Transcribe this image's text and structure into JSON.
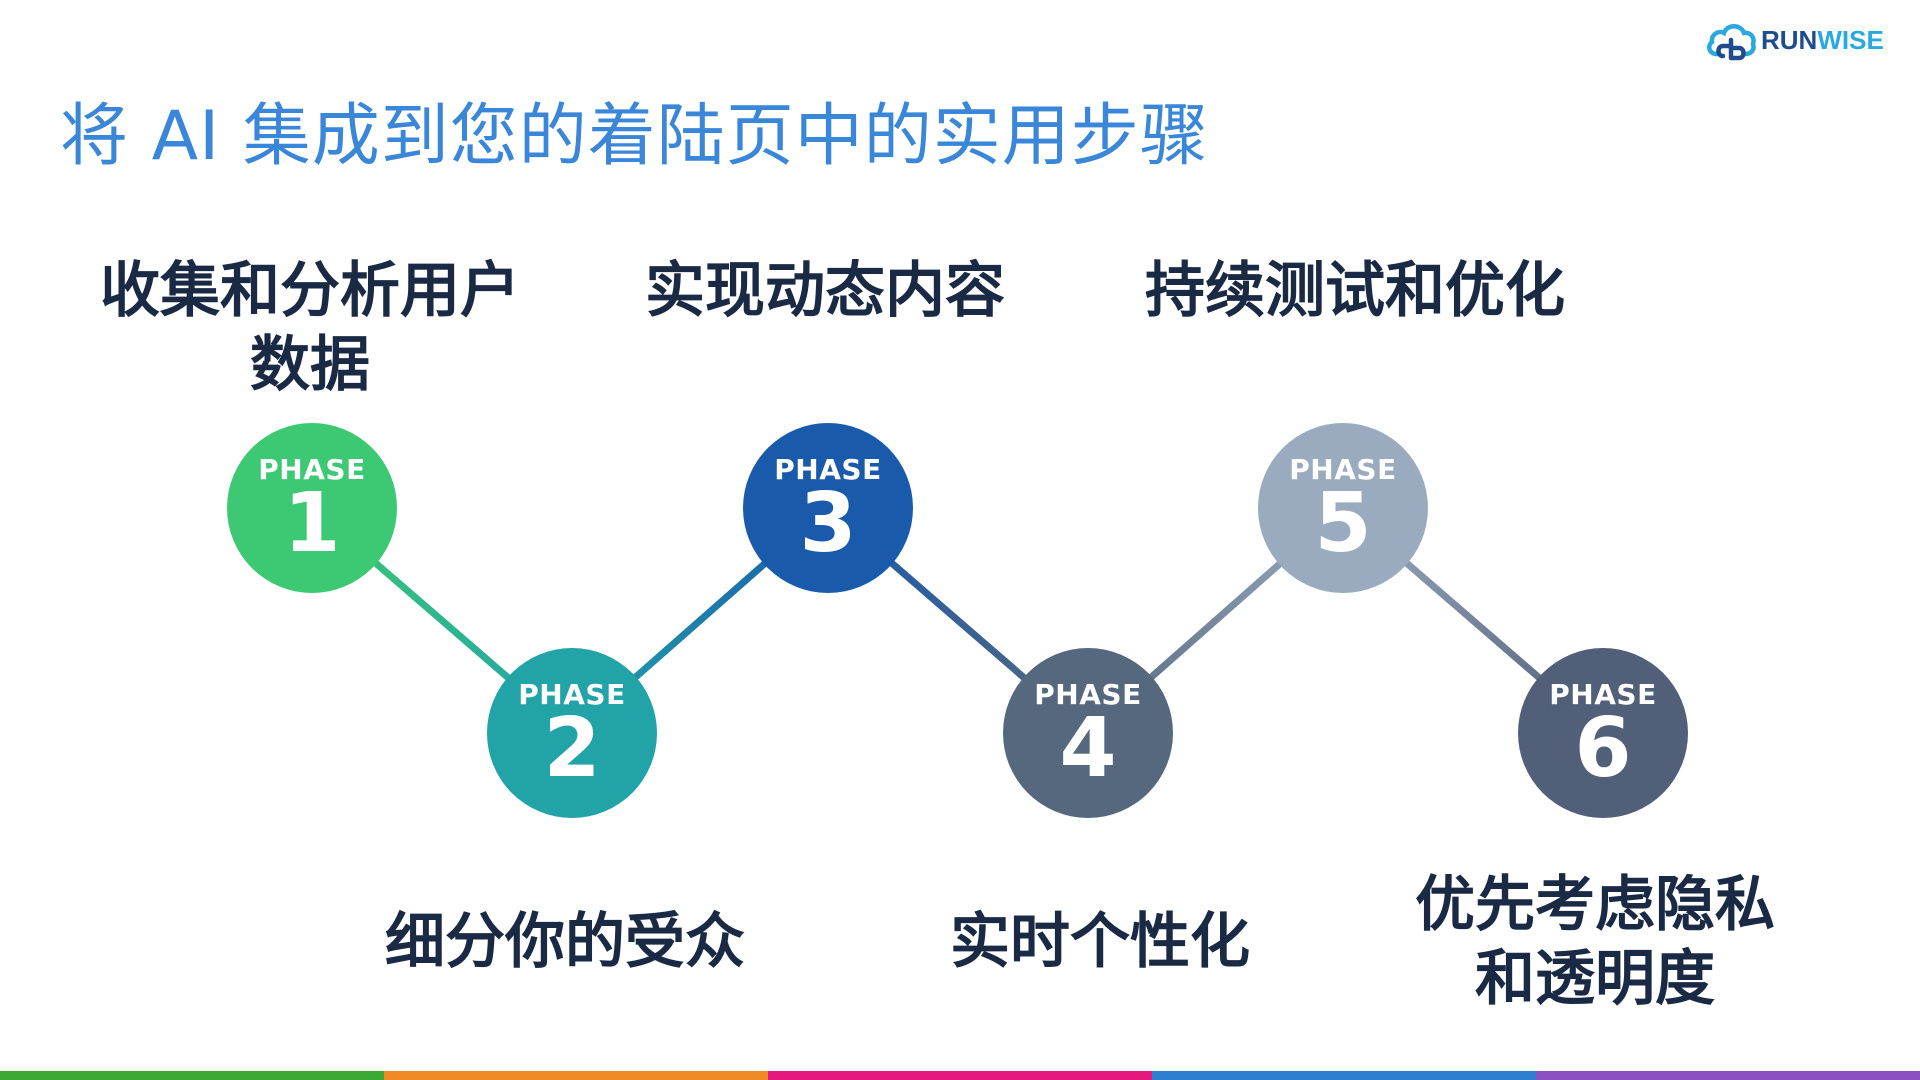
{
  "title": "将 AI 集成到您的着陆页中的实用步骤",
  "logo": {
    "part1": "RUN",
    "part2": "WISE"
  },
  "phases": [
    {
      "phase_label": "PHASE",
      "number": "1",
      "text": "收集和分析用户数据",
      "color": "#3dc874"
    },
    {
      "phase_label": "PHASE",
      "number": "2",
      "text": "细分你的受众",
      "color": "#22a3a8"
    },
    {
      "phase_label": "PHASE",
      "number": "3",
      "text": "实现动态内容",
      "color": "#1a5aab"
    },
    {
      "phase_label": "PHASE",
      "number": "4",
      "text": "实时个性化",
      "color": "#55687e"
    },
    {
      "phase_label": "PHASE",
      "number": "5",
      "text": "持续测试和优化",
      "color": "#9aabc0"
    },
    {
      "phase_label": "PHASE",
      "number": "6",
      "text": "优先考虑隐私和透明度",
      "color": "#525f79"
    }
  ],
  "phase_1_lines": [
    "收集和分析用户",
    "数据"
  ],
  "phase_6_lines": [
    "优先考虑隐私",
    "和透明度"
  ],
  "bottom_bar_colors": [
    "#3aaa35",
    "#f08a24",
    "#e5197d",
    "#2e7fd0",
    "#8a4fc0"
  ]
}
